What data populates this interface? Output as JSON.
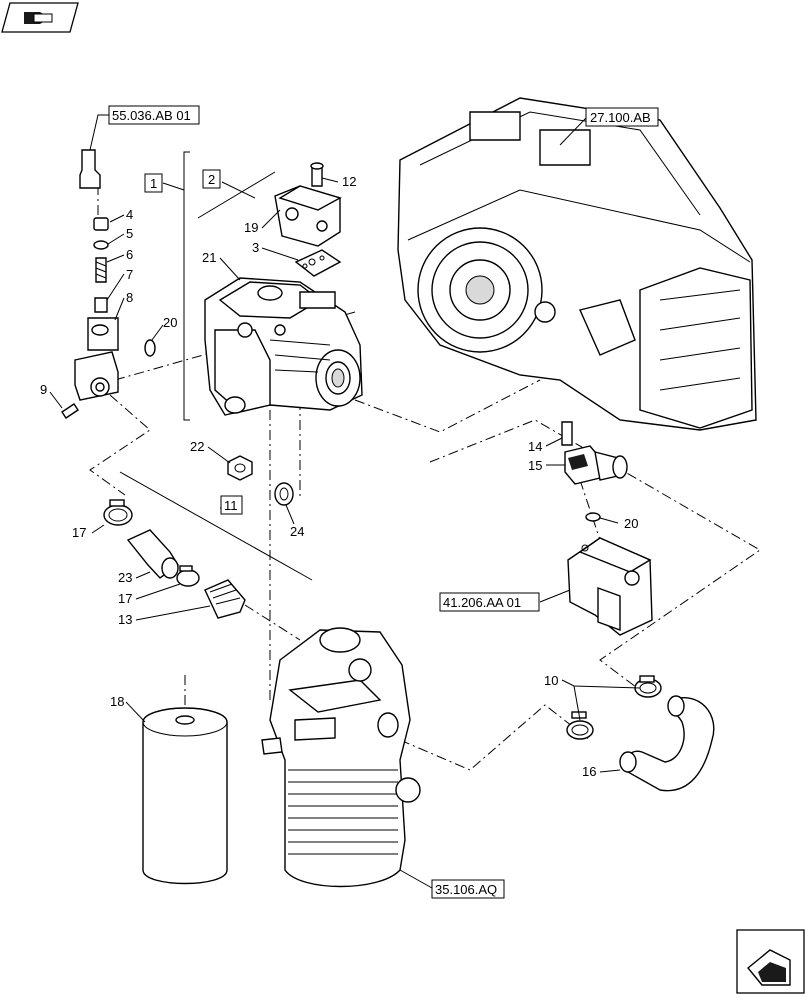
{
  "callouts": {
    "c1": "1",
    "c2": "2",
    "c3": "3",
    "c4": "4",
    "c5": "5",
    "c6": "6",
    "c7": "7",
    "c8": "8",
    "c9": "9",
    "c10": "10",
    "c11": "11",
    "c12": "12",
    "c13": "13",
    "c14": "14",
    "c15": "15",
    "c16": "16",
    "c17a": "17",
    "c17b": "17",
    "c18": "18",
    "c19": "19",
    "c20a": "20",
    "c20b": "20",
    "c21": "21",
    "c22": "22",
    "c23": "23",
    "c24": "24"
  },
  "references": {
    "r1": "55.036.AB 01",
    "r2": "27.100.AB",
    "r3": "41.206.AA 01",
    "r4": "35.106.AQ"
  },
  "icons": {
    "top_left": "book-hand-icon",
    "bottom_right": "next-page-arrow-icon"
  }
}
